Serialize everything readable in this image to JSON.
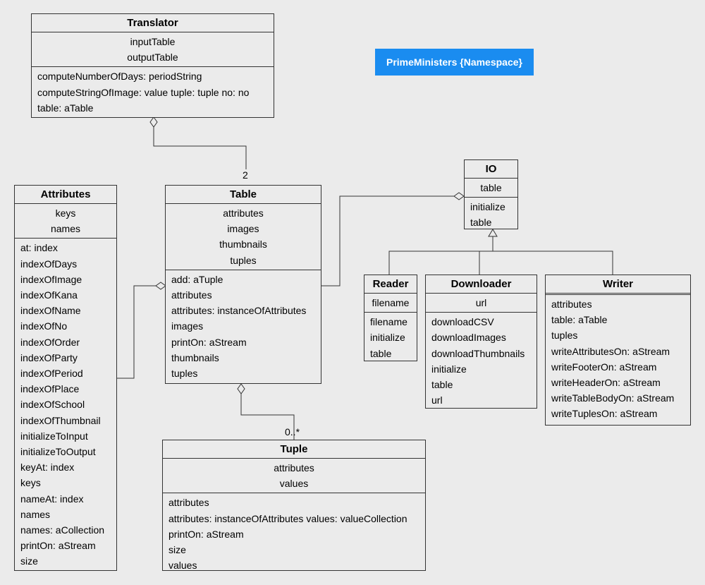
{
  "namespace": "PrimeMinisters {Namespace}",
  "classes": {
    "translator": {
      "name": "Translator",
      "attributes": [
        "inputTable",
        "outputTable"
      ],
      "operations": [
        "computeNumberOfDays: periodString",
        "computeStringOfImage: value tuple: tuple no: no",
        "table: aTable"
      ]
    },
    "table": {
      "name": "Table",
      "attributes": [
        "attributes",
        "images",
        "thumbnails",
        "tuples"
      ],
      "operations": [
        "add: aTuple",
        "attributes",
        "attributes: instanceOfAttributes",
        "images",
        "printOn: aStream",
        "thumbnails",
        "tuples"
      ]
    },
    "attributes": {
      "name": "Attributes",
      "attributes": [
        "keys",
        "names"
      ],
      "operations": [
        "at: index",
        "indexOfDays",
        "indexOfImage",
        "indexOfKana",
        "indexOfName",
        "indexOfNo",
        "indexOfOrder",
        "indexOfParty",
        "indexOfPeriod",
        "indexOfPlace",
        "indexOfSchool",
        "indexOfThumbnail",
        "initializeToInput",
        "initializeToOutput",
        "keyAt: index",
        "keys",
        "nameAt: index",
        "names",
        "names: aCollection",
        "printOn: aStream",
        "size"
      ]
    },
    "io": {
      "name": "IO",
      "attributes": [
        "table"
      ],
      "operations": [
        "initialize",
        "table"
      ]
    },
    "reader": {
      "name": "Reader",
      "attributes": [
        "filename"
      ],
      "operations": [
        "filename",
        "initialize",
        "table"
      ]
    },
    "downloader": {
      "name": "Downloader",
      "attributes": [
        "url"
      ],
      "operations": [
        "downloadCSV",
        "downloadImages",
        "downloadThumbnails",
        "initialize",
        "table",
        "url"
      ]
    },
    "writer": {
      "name": "Writer",
      "attributes": [],
      "operations": [
        "attributes",
        "table: aTable",
        "tuples",
        "writeAttributesOn: aStream",
        "writeFooterOn: aStream",
        "writeHeaderOn: aStream",
        "writeTableBodyOn: aStream",
        "writeTuplesOn: aStream"
      ]
    },
    "tuple": {
      "name": "Tuple",
      "attributes": [
        "attributes",
        "values"
      ],
      "operations": [
        "attributes",
        "attributes: instanceOfAttributes values: valueCollection",
        "printOn: aStream",
        "size",
        "values"
      ]
    }
  },
  "multiplicities": {
    "translator_table": "2",
    "table_tuple": "0..*"
  },
  "colors": {
    "namespace_bg": "#1a8cf0",
    "background": "#ebebeb",
    "line": "#333333"
  }
}
